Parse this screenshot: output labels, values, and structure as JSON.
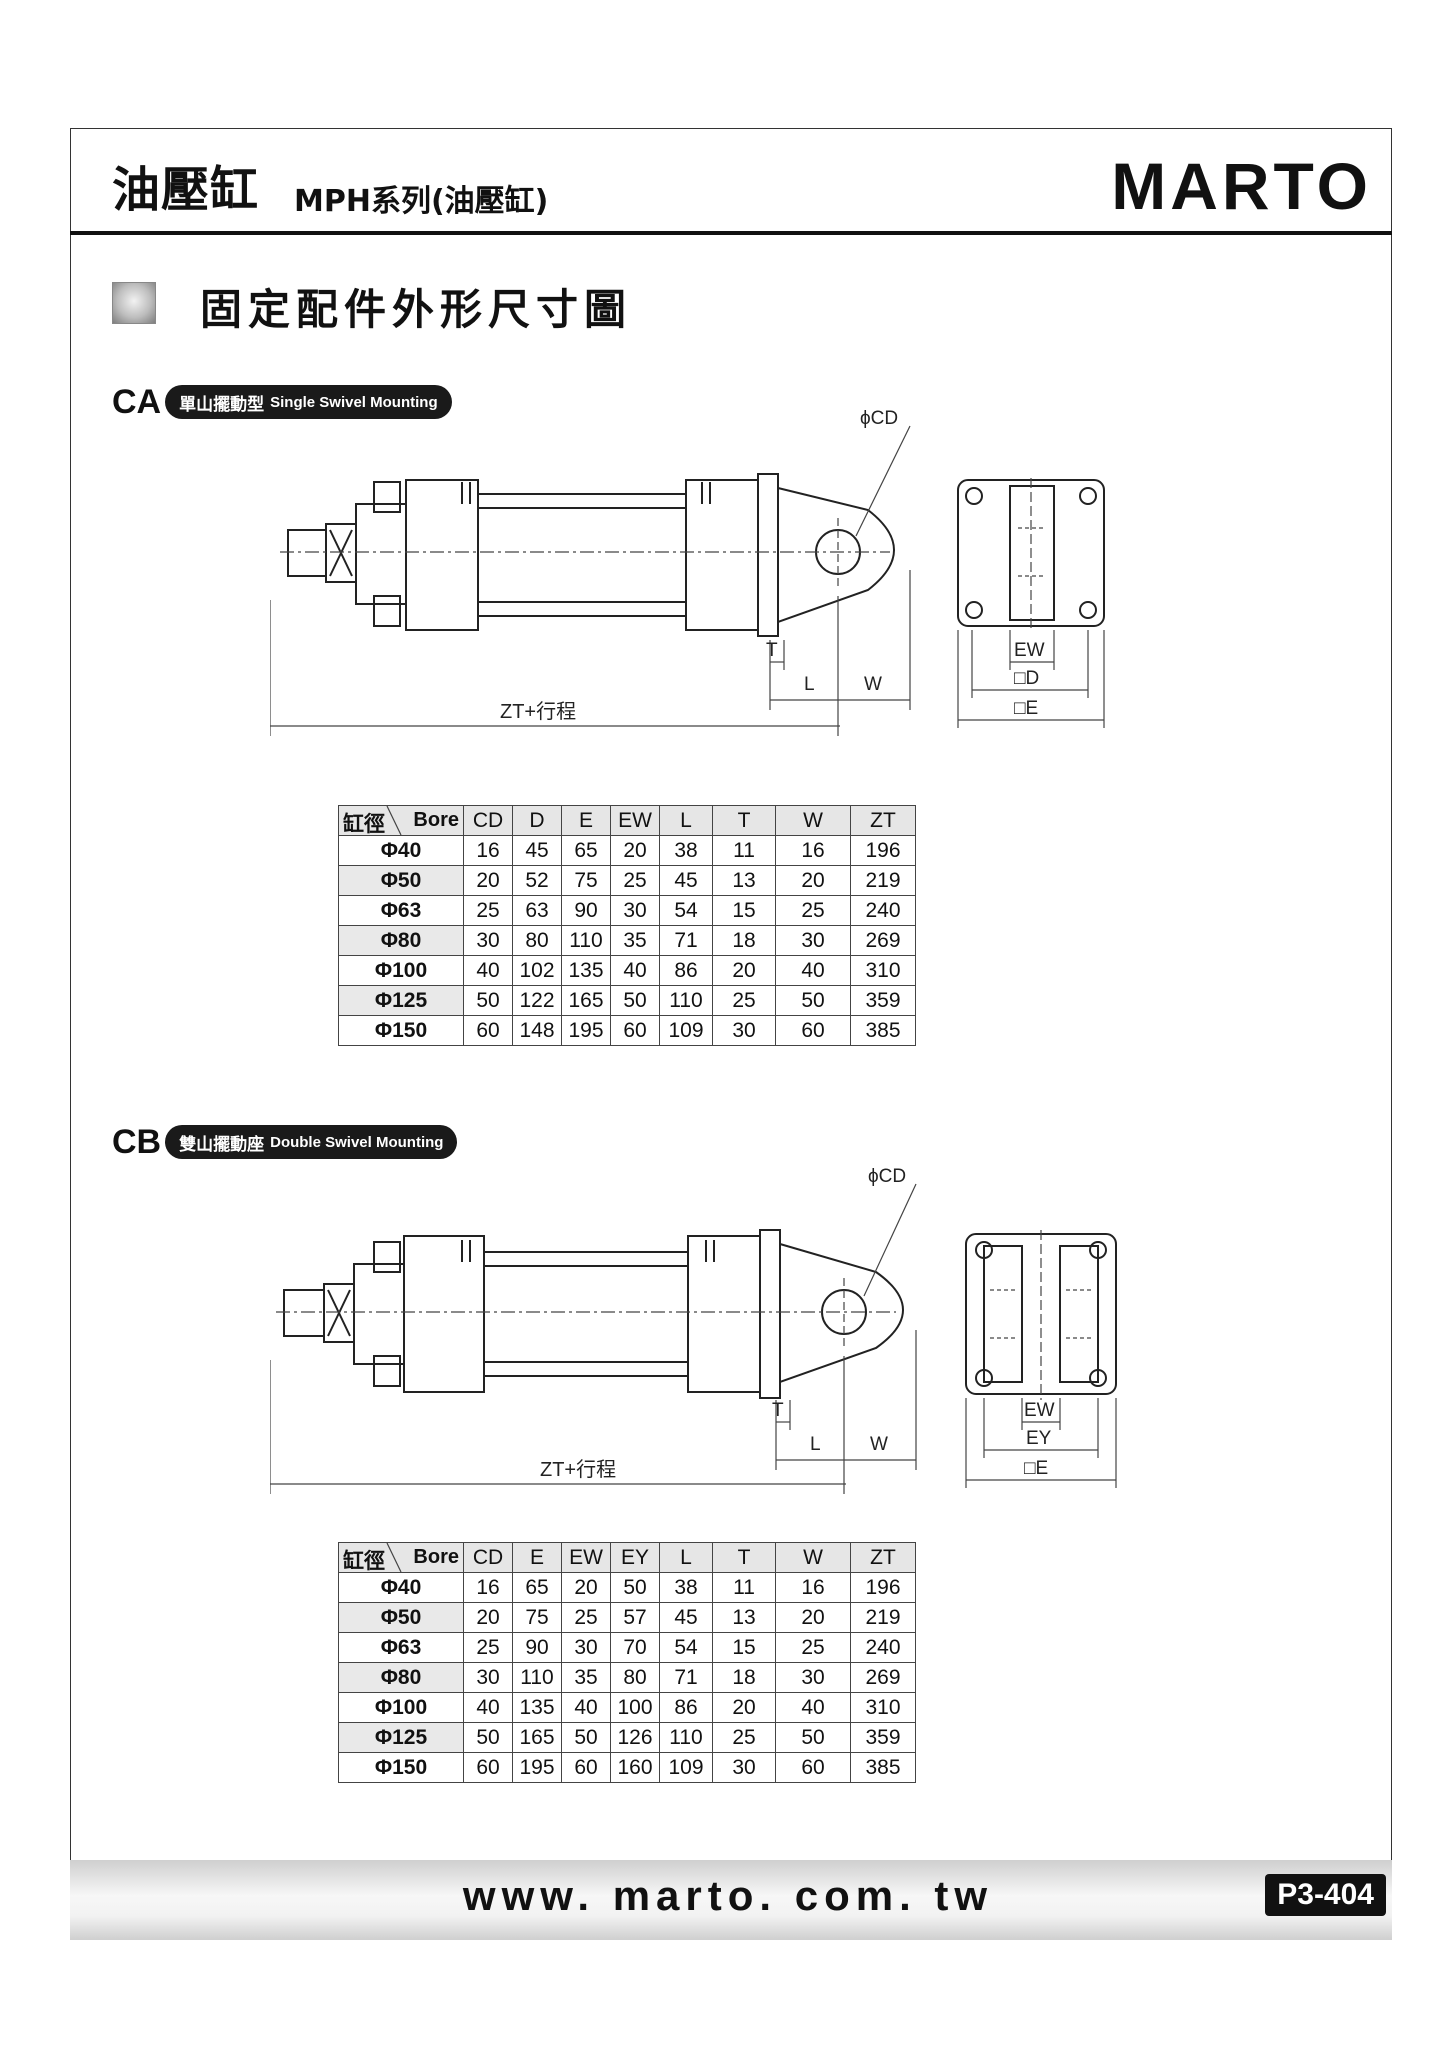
{
  "header": {
    "title": "油壓缸",
    "subtitle": "MPH系列(油壓缸)",
    "logo": "MARTO"
  },
  "section": {
    "title": "固定配件外形尺寸圖"
  },
  "ca": {
    "code": "CA",
    "name_zh": "單山擺動型",
    "name_en": "Single Swivel Mounting",
    "labels": {
      "cd": "ϕCD",
      "t": "T",
      "l": "L",
      "w": "W",
      "zt": "ZT+行程",
      "ew": "EW",
      "d": "□D",
      "e": "□E"
    },
    "table": {
      "corner_zh": "缸徑",
      "corner_en": "Bore",
      "headers": [
        "CD",
        "D",
        "E",
        "EW",
        "L",
        "T",
        "W",
        "ZT"
      ],
      "rows": [
        [
          "Φ40",
          "16",
          "45",
          "65",
          "20",
          "38",
          "11",
          "16",
          "196"
        ],
        [
          "Φ50",
          "20",
          "52",
          "75",
          "25",
          "45",
          "13",
          "20",
          "219"
        ],
        [
          "Φ63",
          "25",
          "63",
          "90",
          "30",
          "54",
          "15",
          "25",
          "240"
        ],
        [
          "Φ80",
          "30",
          "80",
          "110",
          "35",
          "71",
          "18",
          "30",
          "269"
        ],
        [
          "Φ100",
          "40",
          "102",
          "135",
          "40",
          "86",
          "20",
          "40",
          "310"
        ],
        [
          "Φ125",
          "50",
          "122",
          "165",
          "50",
          "110",
          "25",
          "50",
          "359"
        ],
        [
          "Φ150",
          "60",
          "148",
          "195",
          "60",
          "109",
          "30",
          "60",
          "385"
        ]
      ]
    }
  },
  "cb": {
    "code": "CB",
    "name_zh": "雙山擺動座",
    "name_en": "Double Swivel Mounting",
    "labels": {
      "cd": "ϕCD",
      "t": "T",
      "l": "L",
      "w": "W",
      "zt": "ZT+行程",
      "ew": "EW",
      "ey": "EY",
      "e": "□E"
    },
    "table": {
      "corner_zh": "缸徑",
      "corner_en": "Bore",
      "headers": [
        "CD",
        "E",
        "EW",
        "EY",
        "L",
        "T",
        "W",
        "ZT"
      ],
      "rows": [
        [
          "Φ40",
          "16",
          "65",
          "20",
          "50",
          "38",
          "11",
          "16",
          "196"
        ],
        [
          "Φ50",
          "20",
          "75",
          "25",
          "57",
          "45",
          "13",
          "20",
          "219"
        ],
        [
          "Φ63",
          "25",
          "90",
          "30",
          "70",
          "54",
          "15",
          "25",
          "240"
        ],
        [
          "Φ80",
          "30",
          "110",
          "35",
          "80",
          "71",
          "18",
          "30",
          "269"
        ],
        [
          "Φ100",
          "40",
          "135",
          "40",
          "100",
          "86",
          "20",
          "40",
          "310"
        ],
        [
          "Φ125",
          "50",
          "165",
          "50",
          "126",
          "110",
          "25",
          "50",
          "359"
        ],
        [
          "Φ150",
          "60",
          "195",
          "60",
          "160",
          "109",
          "30",
          "60",
          "385"
        ]
      ]
    }
  },
  "footer": {
    "url": "www. marto. com. tw",
    "page": "P3-404"
  }
}
